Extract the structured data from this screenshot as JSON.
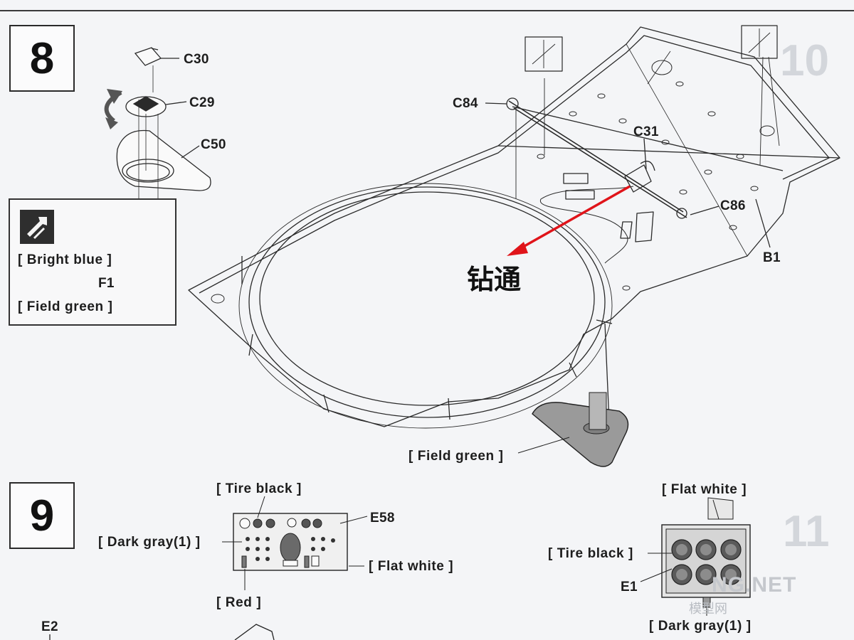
{
  "steps": {
    "step8": "8",
    "step9": "9"
  },
  "parts": {
    "c30": "C30",
    "c29": "C29",
    "c50": "C50",
    "f1": "F1",
    "c84": "C84",
    "c31": "C31",
    "c86": "C86",
    "b1": "B1",
    "e58": "E58",
    "e1": "E1",
    "e2": "E2"
  },
  "paints": {
    "bright_blue": "[ Bright blue ]",
    "field_green_legend": "[ Field green ]",
    "field_green_mount": "[ Field green ]",
    "tire_black_9": "[ Tire black ]",
    "dark_gray_9": "[ Dark gray(1) ]",
    "flat_white_9": "[ Flat white ]",
    "red_9": "[ Red ]",
    "flat_white_11": "[ Flat white ]",
    "tire_black_11": "[ Tire black ]",
    "dark_gray_11": "[ Dark gray(1) ]"
  },
  "annotation": {
    "drill_text": "钻通",
    "arrow_color": "#e0141a"
  },
  "background_steps": {
    "step10": "10",
    "step11": "11"
  },
  "watermark": {
    "text": "NG.NET",
    "subtext": "模型网"
  },
  "colors": {
    "ink": "#1a1a1a",
    "field_green_fill": "#9a9a9a",
    "paper": "#f4f5f7"
  }
}
